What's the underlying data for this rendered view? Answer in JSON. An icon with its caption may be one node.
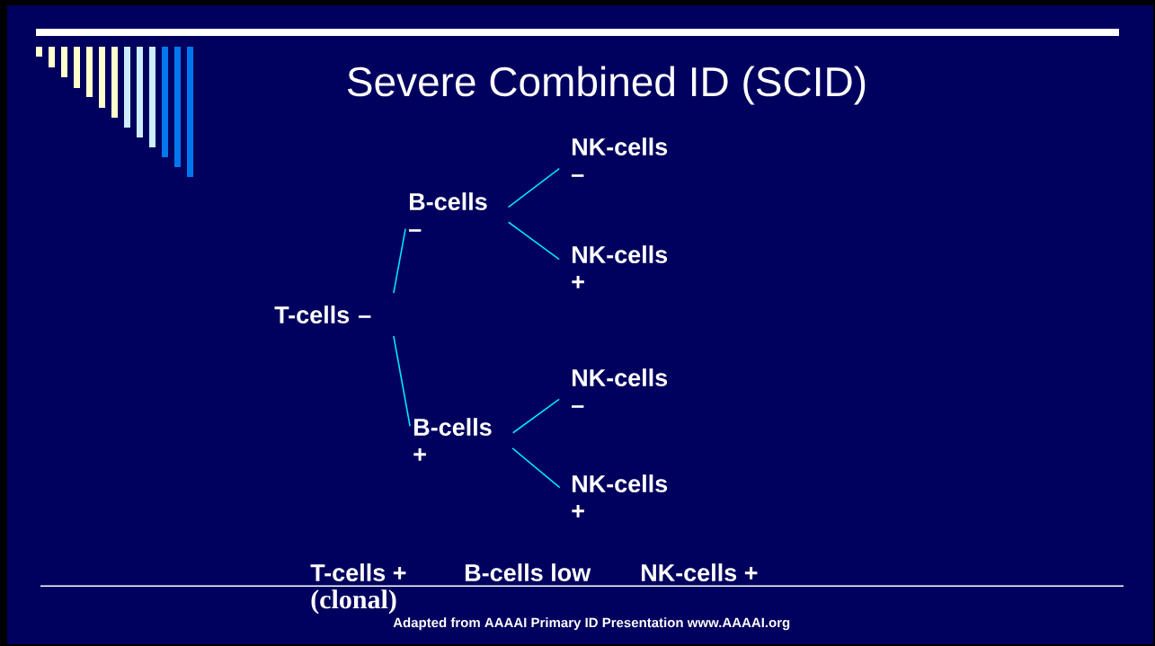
{
  "diagram": {
    "title": "Severe Combined ID (SCID)",
    "nodes": [
      {
        "text": [
          "T-cells –"
        ]
      },
      {
        "text": [
          "B-cells –"
        ]
      },
      {
        "text": [
          "B-cells +"
        ]
      },
      {
        "text": [
          "NK-cells –"
        ]
      },
      {
        "text": [
          "NK-cells +"
        ]
      },
      {
        "text": [
          "NK-cells –"
        ]
      },
      {
        "text": [
          "NK-cells +"
        ]
      }
    ],
    "edges": [
      {
        "from": 0,
        "to": 1,
        "arrow": "none"
      },
      {
        "from": 0,
        "to": 2,
        "arrow": "none"
      },
      {
        "from": 1,
        "to": 3,
        "arrow": "none"
      },
      {
        "from": 1,
        "to": 4,
        "arrow": "none"
      },
      {
        "from": 2,
        "to": 5,
        "arrow": "none"
      },
      {
        "from": 2,
        "to": 6,
        "arrow": "none"
      }
    ],
    "labels": [
      "T-cells +",
      "B-cells low",
      "NK-cells +",
      "(clonal)",
      "Adapted from AAAAI Primary ID Presentation www.AAAAI.org"
    ]
  }
}
